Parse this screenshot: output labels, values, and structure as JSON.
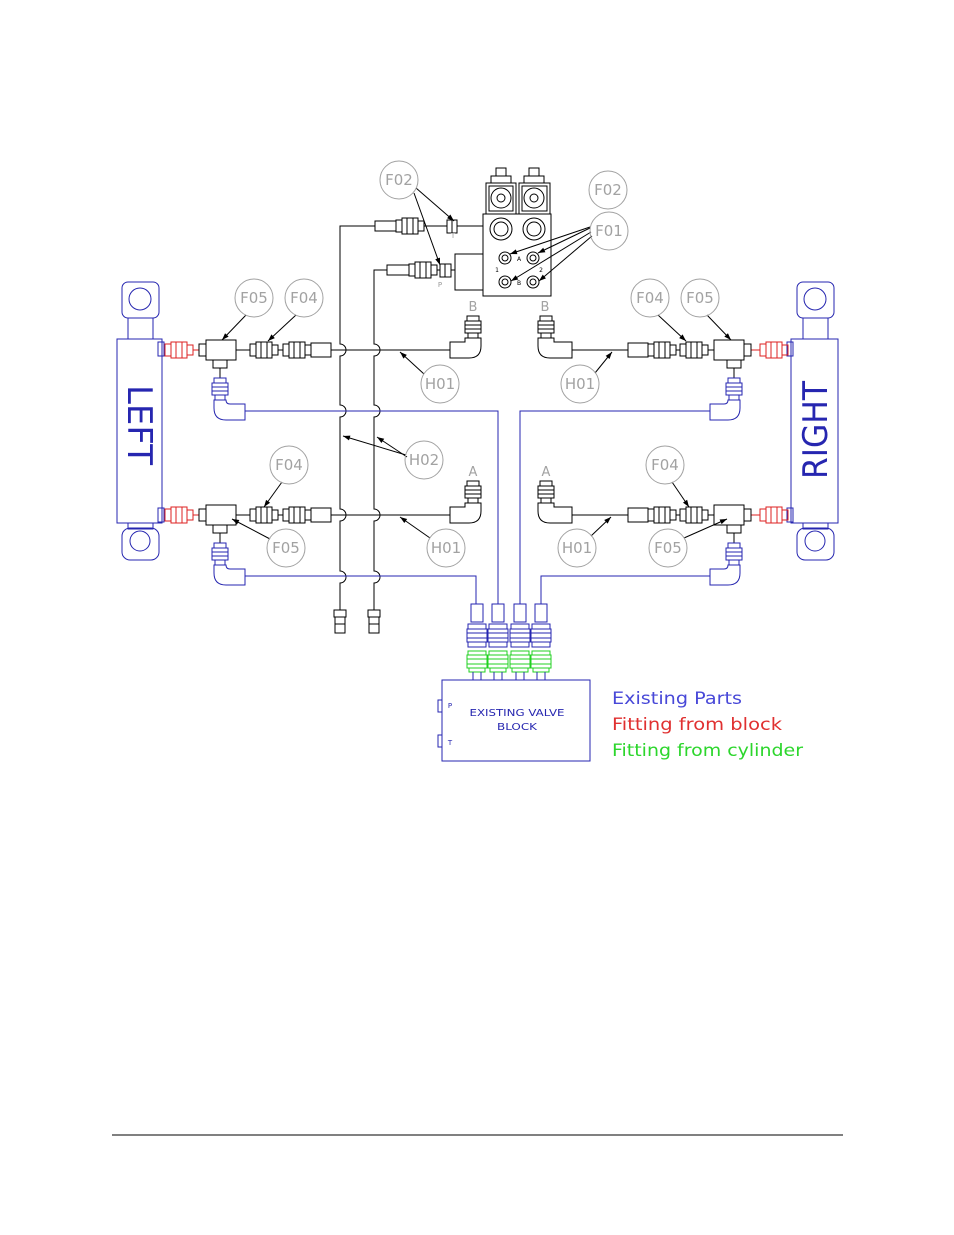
{
  "valve": {
    "port_t": "T",
    "port_p": "P",
    "port_a": "A",
    "port_1": "1",
    "port_b": "B",
    "port_2": "2"
  },
  "port_labels": {
    "left_b": "B",
    "right_b": "B",
    "left_a": "A",
    "right_a": "A"
  },
  "callouts": [
    {
      "label": "F02"
    },
    {
      "label": "F02"
    },
    {
      "label": "F01"
    },
    {
      "label": "F05"
    },
    {
      "label": "F04"
    },
    {
      "label": "F04"
    },
    {
      "label": "F05"
    },
    {
      "label": "H01"
    },
    {
      "label": "H01"
    },
    {
      "label": "H02"
    },
    {
      "label": "F04"
    },
    {
      "label": "F04"
    },
    {
      "label": "H01"
    },
    {
      "label": "F05"
    },
    {
      "label": "H01"
    },
    {
      "label": "F05"
    }
  ],
  "cylinders": {
    "left": "LEFT",
    "right": "RIGHT"
  },
  "existing_block": {
    "title_line1": "EXISTING VALVE",
    "title_line2": "BLOCK",
    "port_p": "P",
    "port_t": "T"
  },
  "legend": [
    {
      "label": "Existing Parts",
      "color": "#4848d8"
    },
    {
      "label": "Fitting from block",
      "color": "#e03030"
    },
    {
      "label": "Fitting from cylinder",
      "color": "#2cd62c"
    }
  ],
  "colors": {
    "existing_parts": "#2626b0",
    "block_fitting": "#dd2020",
    "cylinder_fitting": "#20d020",
    "callout": "#a2a2a2",
    "piping": "#000000"
  }
}
